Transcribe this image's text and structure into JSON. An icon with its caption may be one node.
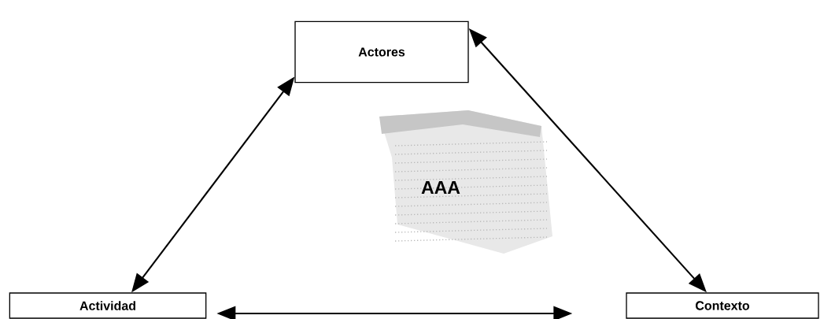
{
  "diagram": {
    "nodes": [
      {
        "text": [
          "Actores"
        ]
      },
      {
        "text": [
          "Actividad"
        ]
      },
      {
        "text": [
          "Contexto"
        ]
      },
      {
        "text": [
          "AAA"
        ]
      }
    ],
    "edges": [
      {
        "from": 0,
        "to": 1,
        "arrow": "both"
      },
      {
        "from": 0,
        "to": 2,
        "arrow": "both"
      },
      {
        "from": 1,
        "to": 2,
        "arrow": "both"
      }
    ]
  }
}
